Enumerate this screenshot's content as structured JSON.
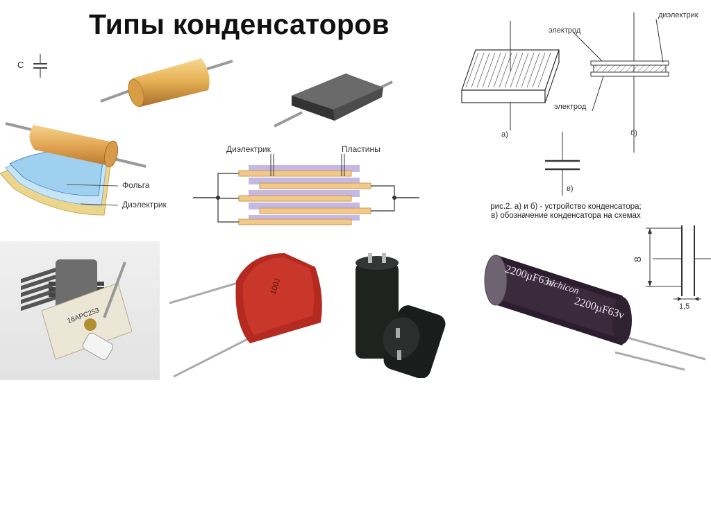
{
  "title": "Типы конденсаторов",
  "symbol_c": "С",
  "layered": {
    "label_foil": "Фольга",
    "label_dielectric": "Диэлектрик"
  },
  "plates": {
    "label_dielectric": "Диэлектрик",
    "label_plates": "Пластины"
  },
  "structure": {
    "label_electrode_top": "электрод",
    "label_dielectric": "диэлектрик",
    "label_electrode_bottom": "электрод",
    "label_a": "а)",
    "label_b": "б)",
    "label_v": "в)",
    "caption_line1": "рис.2. а) и б) - устройство конденсатора;",
    "caption_line2": "в) обозначение конденсатора на схемах"
  },
  "dims": {
    "height": "8",
    "gap": "1,5"
  },
  "photos": {
    "variable_label": "16АРС253",
    "film_label": "100J",
    "elec_label1": "2200µF63v",
    "elec_brand": "nichicon",
    "elec_label2": "2200µF63v"
  }
}
